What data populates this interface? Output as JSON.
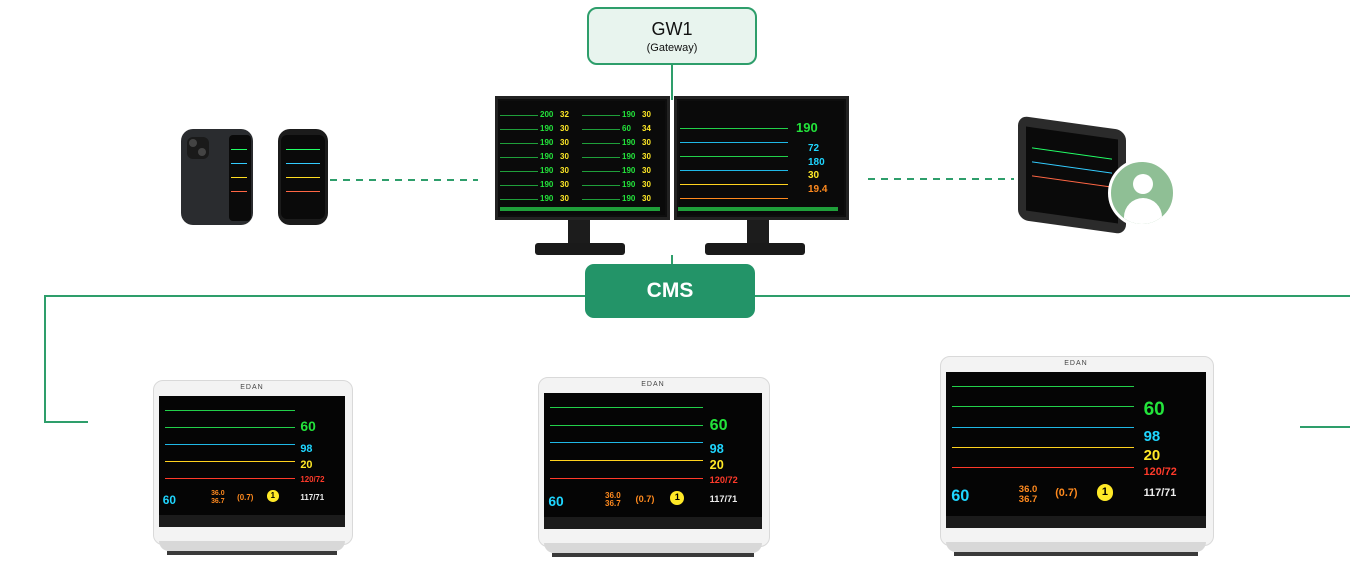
{
  "gateway": {
    "title": "GW1",
    "subtitle": "(Gateway)"
  },
  "cms": {
    "label": "CMS"
  },
  "colors": {
    "accent": "#239468",
    "line": "#2e9e6b",
    "box_fill": "#e8f4ee"
  },
  "central_monitor_left": {
    "values": [
      "200",
      "32",
      "190",
      "30",
      "190",
      "30",
      "60",
      "34",
      "190",
      "30",
      "190",
      "30",
      "190",
      "30",
      "190",
      "30",
      "190",
      "30",
      "190",
      "30",
      "190",
      "30",
      "190",
      "30",
      "190",
      "30",
      "190",
      "30"
    ]
  },
  "central_monitor_right": {
    "values": [
      "190",
      "72",
      "180",
      "30",
      "19.4"
    ]
  },
  "bedside_monitors": [
    {
      "brand": "EDAN",
      "hr": "60",
      "spo2": "98",
      "resp": "20",
      "nibp_top": "120/72",
      "temp": "36.0",
      "temp2": "36.7",
      "delta": "(0.7)",
      "nibp": "117/71",
      "alarm": "1"
    },
    {
      "brand": "EDAN",
      "hr": "60",
      "spo2": "98",
      "resp": "20",
      "nibp_top": "120/72",
      "temp": "36.0",
      "temp2": "36.7",
      "delta": "(0.7)",
      "nibp": "117/71",
      "alarm": "1"
    },
    {
      "brand": "EDAN",
      "hr": "60",
      "spo2": "98",
      "resp": "20",
      "nibp_top": "120/72",
      "temp": "36.0",
      "temp2": "36.7",
      "delta": "(0.7)",
      "nibp": "117/71",
      "alarm": "1"
    }
  ],
  "icons": [
    "smartphone-icon",
    "tablet-icon",
    "user-avatar-icon"
  ]
}
